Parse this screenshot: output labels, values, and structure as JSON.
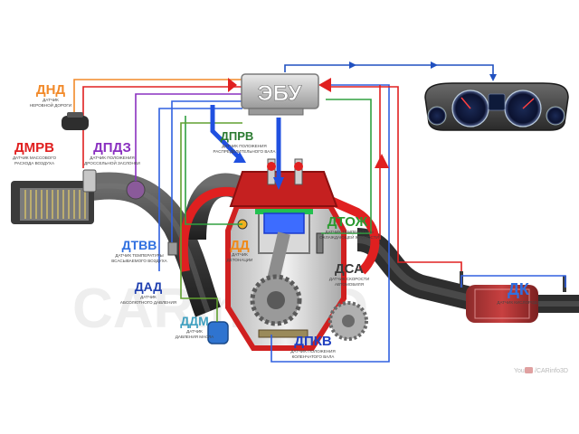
{
  "ecu": {
    "label": "ЭБУ"
  },
  "watermark": "CARinfo3D",
  "sensors": {
    "dnd": {
      "abbr": "ДНД",
      "desc1": "ДАТЧИК",
      "desc2": "НЕРОВНОЙ ДОРОГИ"
    },
    "dmrv": {
      "abbr": "ДМРВ",
      "desc1": "ДАТЧИК МАССОВОГО",
      "desc2": "РАСХОДА ВОЗДУХА"
    },
    "dpdz": {
      "abbr": "ДПДЗ",
      "desc1": "ДАТЧИК ПОЛОЖЕНИЯ",
      "desc2": "ДРОССЕЛЬНОЙ ЗАСЛОНКИ"
    },
    "dtvv": {
      "abbr": "ДТВВ",
      "desc1": "ДАТЧИК ТЕМПЕРАТУРЫ",
      "desc2": "ВСАСЫВАЕМОГО ВОЗДУХА"
    },
    "dad": {
      "abbr": "ДАД",
      "desc1": "ДАТЧИК",
      "desc2": "АБСОЛЮТНОГО ДАВЛЕНИЯ"
    },
    "ddm": {
      "abbr": "ДДМ",
      "desc1": "ДАТЧИК",
      "desc2": "ДАВЛЕНИЯ МАСЛА"
    },
    "dprv": {
      "abbr": "ДПРВ",
      "desc1": "ДАТЧИК ПОЛОЖЕНИЯ",
      "desc2": "РАСПРЕДЕЛИТЕЛЬНОГО ВАЛА"
    },
    "dd": {
      "abbr": "ДД",
      "desc1": "ДАТЧИК",
      "desc2": "ДЕТОНАЦИИ"
    },
    "dtozh": {
      "abbr": "ДТОЖ",
      "desc1": "ДАТЧИК ТЕМПЕРАТУРЫ",
      "desc2": "ОХЛАЖДАЮЩЕЙ ЖИДКОСТИ"
    },
    "dsa": {
      "abbr": "ДСА",
      "desc1": "ДАТЧИК СКОРОСТИ",
      "desc2": "АВТОМОБИЛЯ"
    },
    "dpkv": {
      "abbr": "ДПКВ",
      "desc1": "ДАТЧИК ПОЛОЖЕНИЯ",
      "desc2": "КОЛЕНЧАТОГО ВАЛА"
    },
    "dk": {
      "abbr": "ДК",
      "desc1": "ДАТЧИК КИСЛОРОДА"
    }
  },
  "credit": {
    "youtube": "You",
    "channel": "/CARinfo3D"
  },
  "colors": {
    "red": "#e02020",
    "blue": "#3060e0",
    "green": "#30a040",
    "orange": "#f28a2a",
    "purple": "#8a30c0"
  }
}
